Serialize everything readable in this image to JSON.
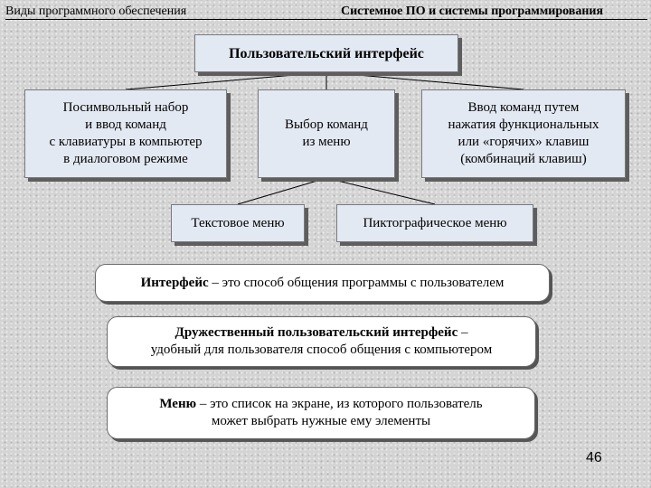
{
  "header": {
    "left": "Виды программного обеспечения",
    "right": "Системное ПО и системы программирования"
  },
  "diagram": {
    "root": "Пользовательский интерфейс",
    "branches": [
      {
        "lines": [
          "Посимвольный набор",
          "и ввод команд",
          "с клавиатуры в компьютер",
          "в диалоговом режиме"
        ]
      },
      {
        "lines": [
          "Выбор команд",
          "из меню"
        ]
      },
      {
        "lines": [
          "Ввод команд путем",
          "нажатия функциональных",
          "или «горячих» клавиш",
          "(комбинаций клавиш)"
        ]
      }
    ],
    "menu_children": [
      "Текстовое меню",
      "Пиктографическое меню"
    ]
  },
  "definitions": [
    {
      "term": "Интерфейс",
      "lines": [
        " – это способ общения программы с пользователем"
      ]
    },
    {
      "term": "Дружественный пользовательский интерфейс",
      "lines": [
        " –",
        "удобный для пользователя способ общения с компьютером"
      ]
    },
    {
      "term": "Меню",
      "lines": [
        " – это список на экране, из которого пользователь",
        "может выбрать нужные ему элементы"
      ]
    }
  ],
  "page_number": "46"
}
